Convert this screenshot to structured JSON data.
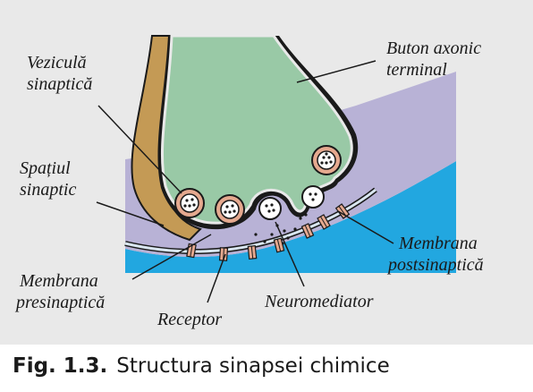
{
  "labels": {
    "vezicula_line1": "Veziculă",
    "vezicula_line2": "sinaptică",
    "buton_line1": "Buton axonic",
    "buton_line2": "terminal",
    "spatiul_line1": "Spațiul",
    "spatiul_line2": "sinaptic",
    "membrana_post_line1": "Membrana",
    "membrana_post_line2": "postsinaptică",
    "membrana_pre_line1": "Membrana",
    "membrana_pre_line2": "presinaptică",
    "neuromediator": "Neuromediator",
    "receptor": "Receptor"
  },
  "caption": {
    "number": "Fig. 1.3.",
    "text": "Structura sinapsei chimice"
  },
  "colors": {
    "panel_background": "#e9e9e9",
    "axon_terminal": "#99c9a6",
    "myelin_sheath": "#c49a55",
    "postsynaptic_cell": "#b8b2d6",
    "extracellular_fluid": "#22a7e0",
    "vesicle_ring": "#e5a98f",
    "outline": "#1a1a1a"
  }
}
